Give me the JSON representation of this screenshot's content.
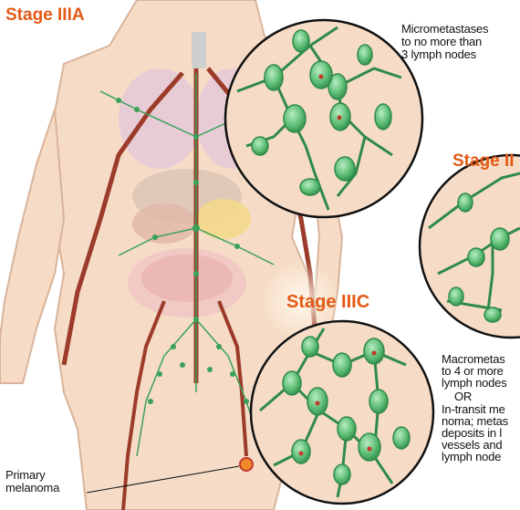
{
  "stage_labels": {
    "iiia": "Stage IIIA",
    "iiib": "Stage II",
    "iiic": "Stage IIIC"
  },
  "annotations": {
    "micro_line1": "Micrometastases",
    "micro_line2": "to no more than",
    "micro_line3": "3 lymph nodes",
    "macro_line1": "Macrometas",
    "macro_line2": "to 4 or more",
    "macro_line3": "lymph nodes",
    "or": "OR",
    "transit_line1": "In-transit me",
    "transit_line2": "noma; metas",
    "transit_line3": "deposits in l",
    "transit_line4": "vessels and",
    "transit_line5": "lymph node",
    "primary_line1": "Primary",
    "primary_line2": "melanoma"
  },
  "colors": {
    "stage_label": "#e25a16",
    "skin": "#f6dcc6",
    "node": "#4db36a",
    "vessel": "#2f8a49",
    "tumor": "#c0392b"
  }
}
